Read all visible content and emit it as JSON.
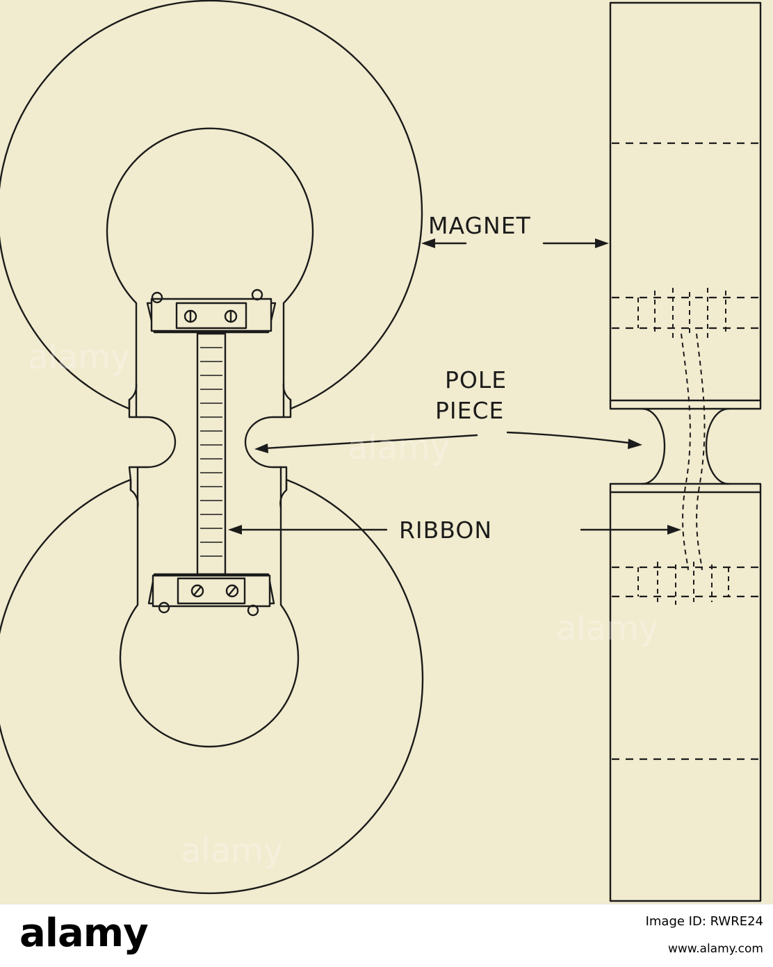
{
  "labels": {
    "magnet": "MAGNET",
    "pole_line1": "POLE",
    "pole_line2": "PIECE",
    "ribbon": "RIBBON"
  },
  "watermark": {
    "text": "alamy"
  },
  "footer": {
    "brand": "alamy",
    "image_id": "Image ID: RWRE24",
    "url": "www.alamy.com"
  }
}
